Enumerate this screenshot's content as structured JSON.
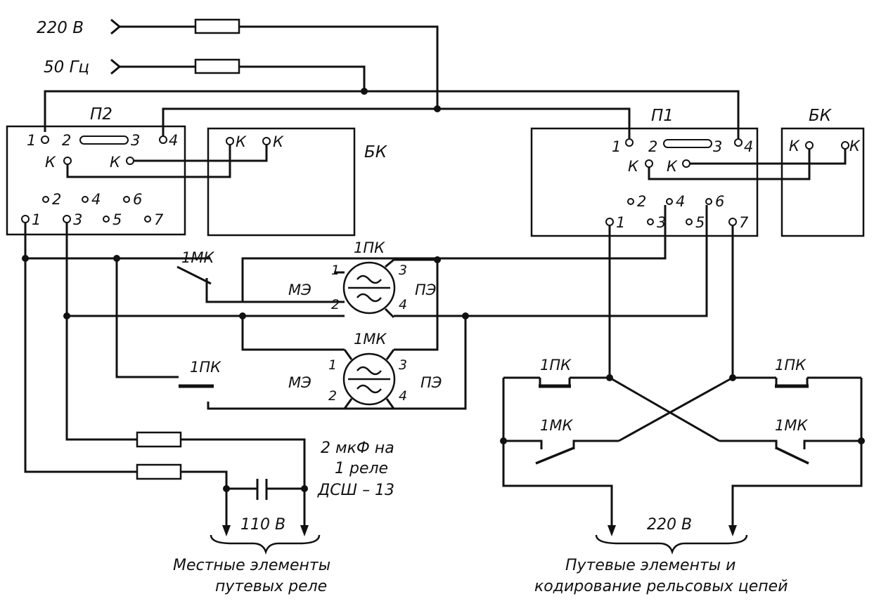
{
  "inputs": {
    "voltage": "220 В",
    "frequency": "50 Гц"
  },
  "blocks": {
    "p2": "П2",
    "p1": "П1",
    "bk": "БК"
  },
  "terminals": {
    "n1": "1",
    "n2": "2",
    "n3": "3",
    "n4": "4",
    "n5": "5",
    "n6": "6",
    "n7": "7",
    "k": "К"
  },
  "relays": {
    "pk": "1ПК",
    "mk": "1МК",
    "me": "МЭ",
    "pe": "ПЭ"
  },
  "capacitor_note": [
    "2 мкФ на",
    "1 реле",
    "ДСШ – 13"
  ],
  "outputs": {
    "local_voltage": "110 В",
    "track_voltage": "220 В",
    "local_caption": [
      "Местные элементы",
      "путевых реле"
    ],
    "track_caption": [
      "Путевые элементы и",
      "кодирование рельсовых цепей"
    ]
  }
}
